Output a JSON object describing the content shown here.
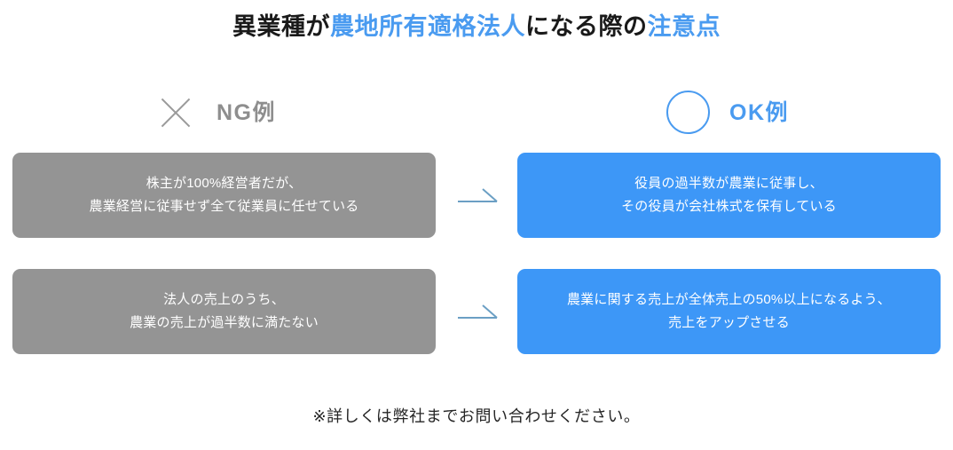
{
  "title": {
    "part1": "異業種が",
    "accent1": "農地所有適格法人",
    "part2": "になる際の",
    "accent2": "注意点"
  },
  "columns": {
    "ng": {
      "icon": "x-mark-icon",
      "label": "NG例",
      "color": "#8e8e8e"
    },
    "ok": {
      "icon": "circle-mark-icon",
      "label": "OK例",
      "color": "#4a9bf0"
    }
  },
  "rows": [
    {
      "ng": {
        "line1": "株主が100%経営者だが、",
        "line2": "農業経営に従事せず全て従業員に任せている"
      },
      "arrow": "arrow-right-icon",
      "ok": {
        "line1": "役員の過半数が農業に従事し、",
        "line2": "その役員が会社株式を保有している"
      }
    },
    {
      "ng": {
        "line1": "法人の売上のうち、",
        "line2": "農業の売上が過半数に満たない"
      },
      "arrow": "arrow-right-icon",
      "ok": {
        "line1": "農業に関する売上が全体売上の50%以上になるよう、",
        "line2": "売上をアップさせる"
      }
    }
  ],
  "footnote": "※詳しくは弊社までお問い合わせください。",
  "colors": {
    "accent_blue": "#4a9bf0",
    "box_blue": "#3d97f7",
    "box_gray": "#949494",
    "arrow": "#6b9fc4",
    "title_dark": "#1a1a1a"
  }
}
